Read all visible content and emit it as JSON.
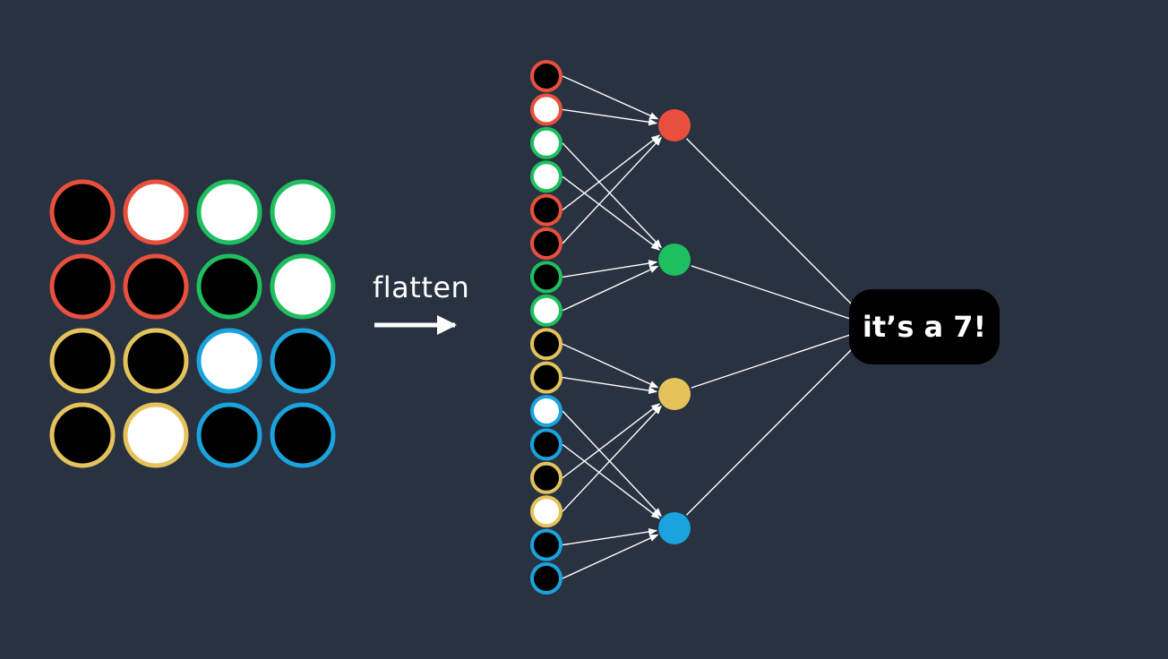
{
  "colors": {
    "background": "#293241",
    "red": "#e8503d",
    "green": "#1dbf5e",
    "yellow": "#e3c35a",
    "blue": "#1aa3dc",
    "black": "#000000",
    "white": "#ffffff"
  },
  "grid": {
    "rows": [
      [
        {
          "fill": "black",
          "ring": "red"
        },
        {
          "fill": "white",
          "ring": "red"
        },
        {
          "fill": "white",
          "ring": "green"
        },
        {
          "fill": "white",
          "ring": "green"
        }
      ],
      [
        {
          "fill": "black",
          "ring": "red"
        },
        {
          "fill": "black",
          "ring": "red"
        },
        {
          "fill": "black",
          "ring": "green"
        },
        {
          "fill": "white",
          "ring": "green"
        }
      ],
      [
        {
          "fill": "black",
          "ring": "yellow"
        },
        {
          "fill": "black",
          "ring": "yellow"
        },
        {
          "fill": "white",
          "ring": "blue"
        },
        {
          "fill": "black",
          "ring": "blue"
        }
      ],
      [
        {
          "fill": "black",
          "ring": "yellow"
        },
        {
          "fill": "white",
          "ring": "yellow"
        },
        {
          "fill": "black",
          "ring": "blue"
        },
        {
          "fill": "black",
          "ring": "blue"
        }
      ]
    ]
  },
  "flatten_label": "flatten",
  "flattened": [
    {
      "fill": "black",
      "ring": "red"
    },
    {
      "fill": "white",
      "ring": "red"
    },
    {
      "fill": "white",
      "ring": "green"
    },
    {
      "fill": "white",
      "ring": "green"
    },
    {
      "fill": "black",
      "ring": "red"
    },
    {
      "fill": "black",
      "ring": "red"
    },
    {
      "fill": "black",
      "ring": "green"
    },
    {
      "fill": "white",
      "ring": "green"
    },
    {
      "fill": "black",
      "ring": "yellow"
    },
    {
      "fill": "black",
      "ring": "yellow"
    },
    {
      "fill": "white",
      "ring": "blue"
    },
    {
      "fill": "black",
      "ring": "blue"
    },
    {
      "fill": "black",
      "ring": "yellow"
    },
    {
      "fill": "white",
      "ring": "yellow"
    },
    {
      "fill": "black",
      "ring": "blue"
    },
    {
      "fill": "black",
      "ring": "blue"
    }
  ],
  "hidden_nodes": [
    "red",
    "green",
    "yellow",
    "blue"
  ],
  "result_text": "it’s a 7!"
}
